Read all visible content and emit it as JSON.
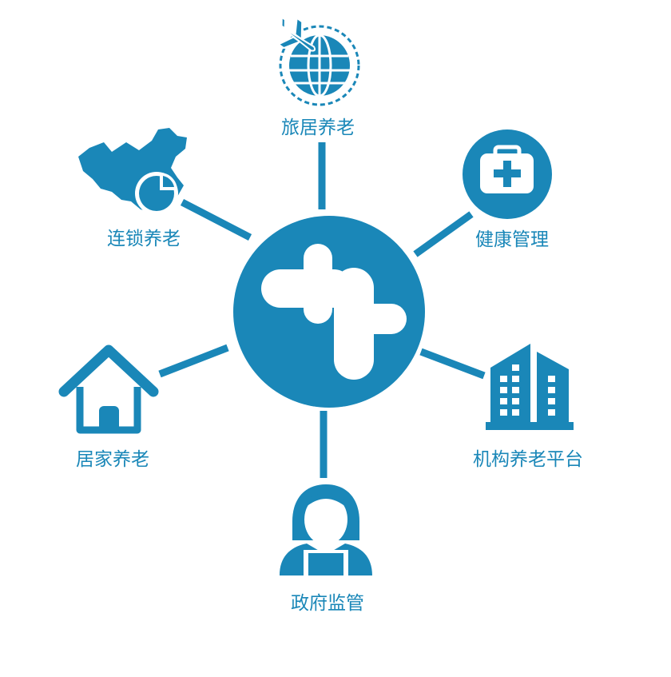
{
  "theme": {
    "accent": "#1a87b8",
    "background": "#ffffff"
  },
  "center": {
    "icon": "brand-logo-icon"
  },
  "nodes": [
    {
      "id": "travel",
      "label": "旅居养老",
      "icon": "globe-airplane-icon"
    },
    {
      "id": "health",
      "label": "健康管理",
      "icon": "medical-kit-icon"
    },
    {
      "id": "chain",
      "label": "连锁养老",
      "icon": "china-map-pie-icon"
    },
    {
      "id": "home",
      "label": "居家养老",
      "icon": "house-icon"
    },
    {
      "id": "institution",
      "label": "机构养老平台",
      "icon": "buildings-icon"
    },
    {
      "id": "government",
      "label": "政府监管",
      "icon": "caregiver-icon"
    }
  ]
}
